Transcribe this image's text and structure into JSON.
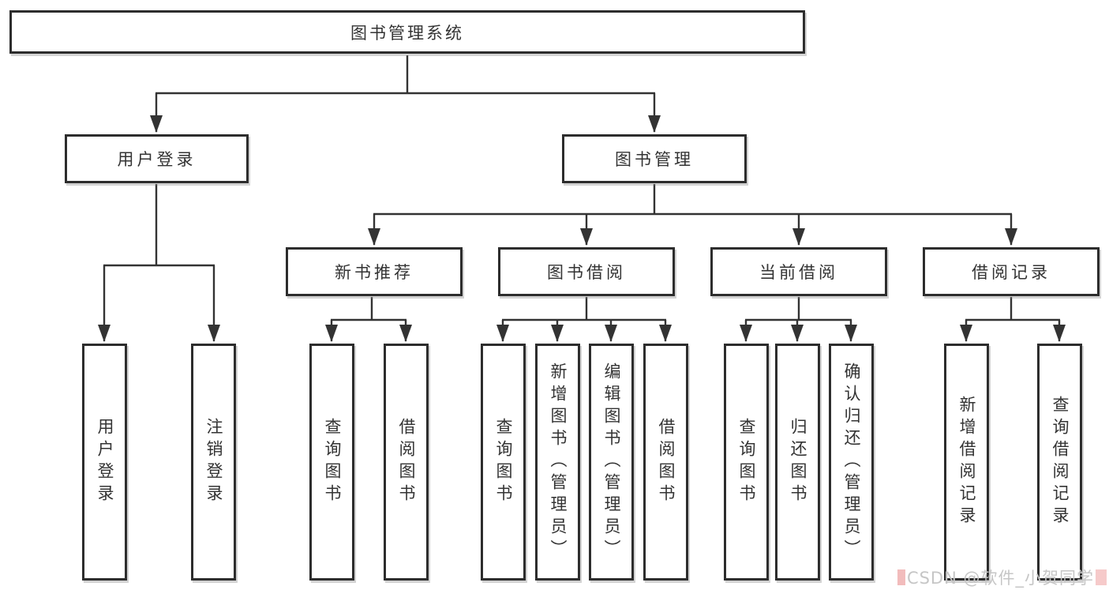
{
  "diagram": {
    "root": {
      "label": "图书管理系统"
    },
    "children": [
      {
        "label": "用户登录",
        "children": [
          {
            "label": "用户登录"
          },
          {
            "label": "注销登录"
          }
        ]
      },
      {
        "label": "图书管理",
        "children": [
          {
            "label": "新书推荐",
            "children": [
              {
                "label": "查询图书"
              },
              {
                "label": "借阅图书"
              }
            ]
          },
          {
            "label": "图书借阅",
            "children": [
              {
                "label": "查询图书"
              },
              {
                "label": "新增图书（管理员）"
              },
              {
                "label": "编辑图书（管理员）"
              },
              {
                "label": "借阅图书"
              }
            ]
          },
          {
            "label": "当前借阅",
            "children": [
              {
                "label": "查询图书"
              },
              {
                "label": "归还图书"
              },
              {
                "label": "确认归还（管理员）"
              }
            ]
          },
          {
            "label": "借阅记录",
            "children": [
              {
                "label": "新增借阅记录"
              },
              {
                "label": "查询借阅记录"
              }
            ]
          }
        ]
      }
    ]
  },
  "watermark": {
    "text": "CSDN @软件_小贺同学"
  },
  "colors": {
    "line": "#333333",
    "box_border": "#2d2d2d",
    "text": "#333333",
    "background": "#ffffff",
    "watermark_text": "#c6c6c6",
    "watermark_accent": "#f2bcbc"
  }
}
